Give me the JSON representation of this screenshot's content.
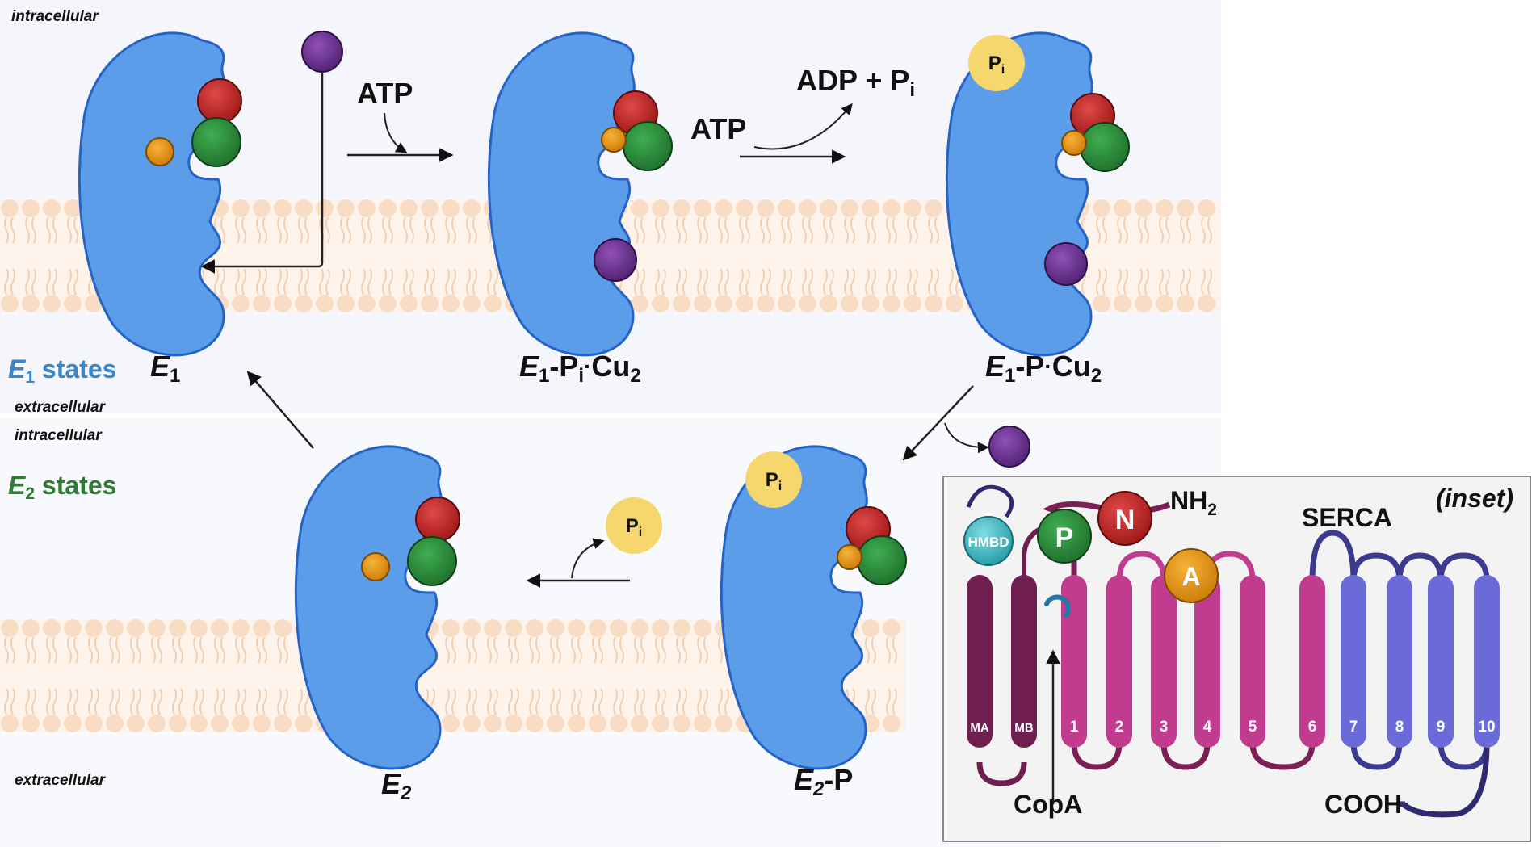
{
  "panels": {
    "top": {
      "intracellular": "intracellular",
      "extracellular": "extracellular",
      "states_symbol": "E",
      "states_sub": "1",
      "states_word": " states"
    },
    "bottom": {
      "intracellular": "intracellular",
      "extracellular": "extracellular",
      "states_symbol": "E",
      "states_sub": "2",
      "states_word": " states"
    }
  },
  "states": {
    "e1": {
      "sym": "E",
      "sub": "1"
    },
    "e1pi": {
      "sym": "E",
      "sub": "1",
      "a": "-P",
      "pisub": "i",
      "dot": "·",
      "cu": "Cu",
      "cusub": "2"
    },
    "e1p": {
      "sym": "E",
      "sub": "1",
      "a": "-P",
      "dot": "·",
      "cu": "Cu",
      "cusub": "2"
    },
    "e2p": {
      "sym": "E",
      "sub": "2",
      "a": "-P"
    },
    "e2": {
      "sym": "E",
      "sub": "2"
    }
  },
  "reactions": {
    "atp1": "ATP",
    "atp2": "ATP",
    "adp": "ADP + P",
    "adp_sub": "i"
  },
  "pi": {
    "main": "P",
    "sub": "i"
  },
  "inset": {
    "title": "(inset)",
    "serca": "SERCA",
    "copa": "CopA",
    "nh2": "NH",
    "nh2_sub": "2",
    "cooh": "COOH",
    "domains": {
      "hmbd": "HMBD",
      "p": "P",
      "n": "N",
      "a": "A"
    },
    "helices": [
      "MA",
      "MB",
      "1",
      "2",
      "3",
      "4",
      "5",
      "6",
      "7",
      "8",
      "9",
      "10"
    ]
  },
  "colors": {
    "enzyme": "#5b9de8",
    "enzyme_edge": "#2563c7",
    "states1": "#3a86c8",
    "states2": "#2e7d32",
    "membrane": "#fbe3cf",
    "copper": "#6a3590",
    "red_domain": "#b71c1c",
    "green_domain": "#2e8b3c",
    "orange_domain": "#e8900e",
    "phosphate": "#f5d76e",
    "helix_dark": "#6e1e4f",
    "helix_magenta": "#c13b8f",
    "helix_blue": "#6a6ad8",
    "hmbd": "#3cbac6"
  }
}
